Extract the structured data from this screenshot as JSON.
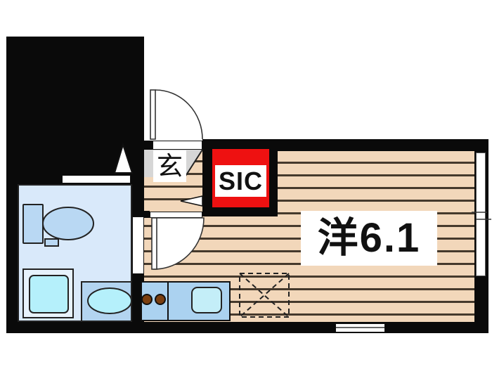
{
  "plan": {
    "title": "studio-apartment-floor-plan",
    "labels": {
      "entrance": "玄",
      "shoe_closet": "SIC",
      "main_room": "洋6.1"
    },
    "rooms": [
      {
        "name": "bathroom",
        "features": [
          "bathtub",
          "folding-door"
        ]
      },
      {
        "name": "toilet-washroom",
        "features": [
          "toilet",
          "washing-machine-pan",
          "sink"
        ]
      },
      {
        "name": "entrance-genkan",
        "features": [
          "entrance-door",
          "step"
        ]
      },
      {
        "name": "shoe-in-closet",
        "features": []
      },
      {
        "name": "kitchen",
        "features": [
          "two-burner-stove",
          "sink",
          "refrigerator-space"
        ]
      },
      {
        "name": "western-room-6.1-tatami",
        "features": [
          "window-right",
          "window-bottom",
          "wood-flooring"
        ]
      }
    ]
  },
  "colors": {
    "wall": "#0a0a0a",
    "floor": "#f2d7ba",
    "floor_line": "#45392c",
    "bath_upper": "#c7ddf3",
    "bath_lower": "#dcebfa",
    "tub": "#aeeffc",
    "toilet_room": "#d9e9fa",
    "fixture_blue": "#b9d8f3",
    "pan_outer": "#e7f2fc",
    "cyan": "#b5f0fb",
    "counter_blue": "#abd2f0",
    "kitchen_sink": "#c4eef8",
    "sic_red": "#ee1111",
    "genkan_grey": "#d6d6d6",
    "burner": "#7b3f10"
  }
}
